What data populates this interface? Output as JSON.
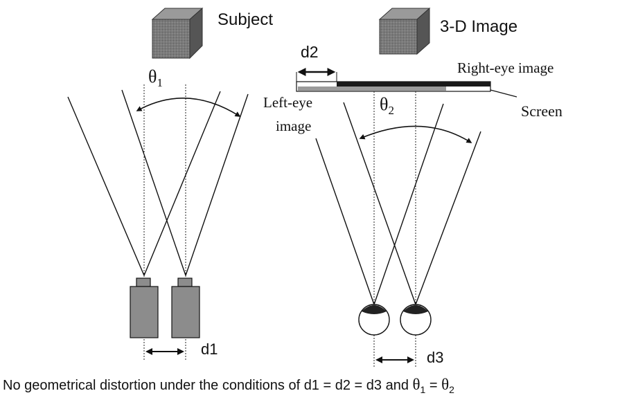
{
  "labels": {
    "subject": "Subject",
    "image_3d": "3-D Image",
    "d2": "d2",
    "right_eye_image": "Right-eye image",
    "left_eye_image_line1": "Left-eye",
    "left_eye_image_line2": "image",
    "screen": "Screen",
    "d1": "d1",
    "d3": "d3",
    "theta1_symbol": "θ",
    "theta1_sub": "1",
    "theta2_symbol": "θ",
    "theta2_sub": "2"
  },
  "caption": {
    "prefix": "No geometrical distortion under the conditions of d1 = d2 = d3 and ",
    "theta_a": "θ",
    "sub_a": "1",
    "equals": " = ",
    "theta_b": "θ",
    "sub_b": "2"
  },
  "colors": {
    "ink": "#111111",
    "cube_dark": "#555555",
    "cube_mid": "#8a8a8a",
    "camera_fill": "#8c8c8c",
    "screen_dark": "#1a1a1a",
    "screen_gray": "#9a9a9a"
  }
}
